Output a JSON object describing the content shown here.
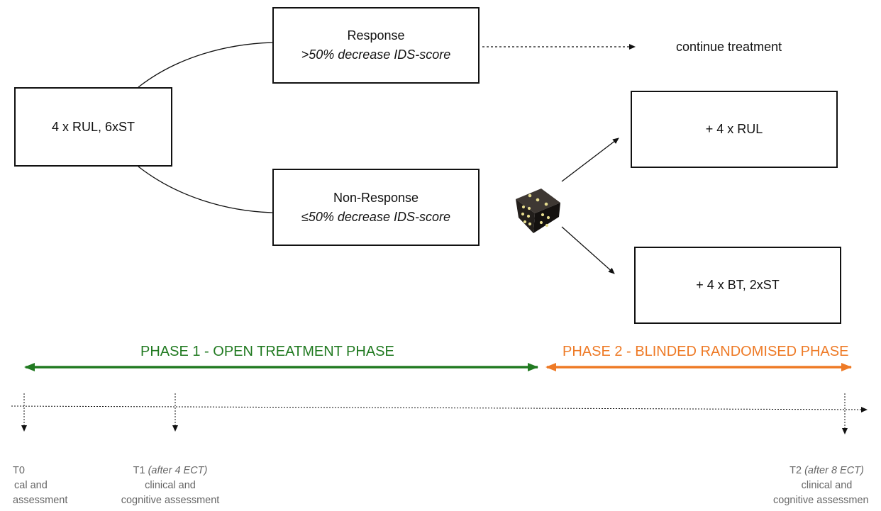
{
  "colors": {
    "phase1": "#217a21",
    "phase2": "#ee7a26",
    "line": "#111111",
    "timepoint_text": "#666666"
  },
  "boxes": {
    "initial": {
      "label": "4 x RUL, 6xST"
    },
    "response": {
      "label": "Response",
      "criterion": ">50% decrease IDS-score"
    },
    "non_response": {
      "label": "Non-Response",
      "criterion": "≤50% decrease IDS-score"
    },
    "arm_rul": {
      "label": "+ 4 x RUL"
    },
    "arm_bt": {
      "label": "+ 4 x BT, 2xST"
    }
  },
  "continue_label": "continue treatment",
  "randomisation_icon": "dice-icon",
  "phases": {
    "phase1": {
      "label": "PHASE 1 - OPEN TREATMENT PHASE"
    },
    "phase2": {
      "label": "PHASE 2 - BLINDED RANDOMISED PHASE"
    }
  },
  "timepoints": {
    "t0": {
      "name": "T0",
      "line1": "cal and",
      "line2": "assessment"
    },
    "t1": {
      "name": "T1",
      "note": "(after 4 ECT)",
      "line1": "clinical and",
      "line2": "cognitive assessment"
    },
    "t2": {
      "name": "T2",
      "note": "(after 8 ECT)",
      "line1": "clinical and",
      "line2": "cognitive assessmen"
    }
  }
}
